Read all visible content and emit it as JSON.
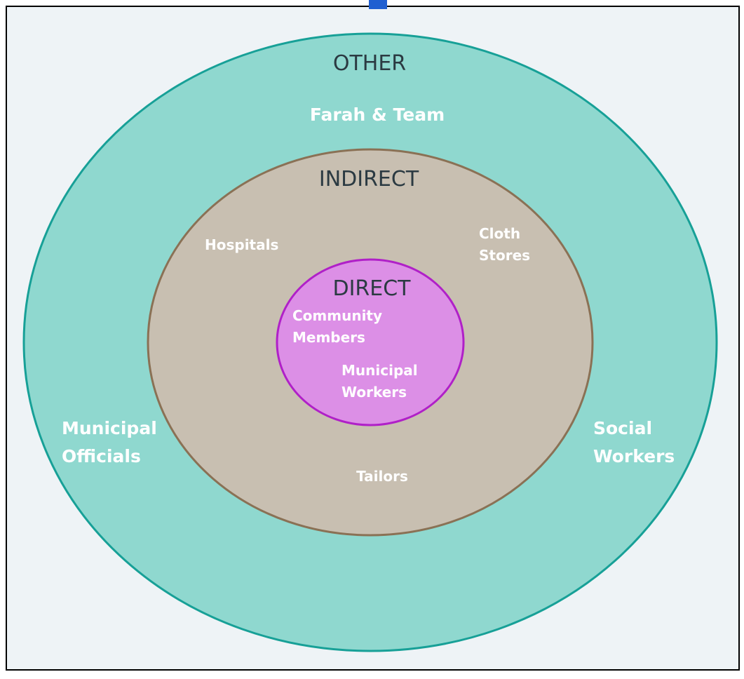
{
  "diagram": {
    "colors": {
      "background": "#eef3f6",
      "frame": "#000000",
      "accent_tab": "#1f5fd1",
      "other_fill": "#8fd8cf",
      "other_stroke": "#17a097",
      "indirect_fill": "#c8bfb1",
      "indirect_stroke": "#8a7155",
      "direct_fill": "#dc8fe6",
      "direct_stroke": "#b020c8",
      "member_text": "#ffffff",
      "title_text": "#2b3a42"
    },
    "rings": {
      "other": {
        "title": "OTHER",
        "members": {
          "farah_team": [
            "Farah & Team"
          ],
          "municipal_officials": [
            "Municipal",
            "Officials"
          ],
          "social_workers": [
            "Social",
            "Workers"
          ]
        }
      },
      "indirect": {
        "title": "INDIRECT",
        "members": {
          "hospitals": [
            "Hospitals"
          ],
          "cloth_stores": [
            "Cloth",
            "Stores"
          ],
          "tailors": [
            "Tailors"
          ]
        }
      },
      "direct": {
        "title": "DIRECT",
        "members": {
          "community_members": [
            "Community",
            "Members"
          ],
          "municipal_workers": [
            "Municipal",
            "Workers"
          ]
        }
      }
    }
  }
}
